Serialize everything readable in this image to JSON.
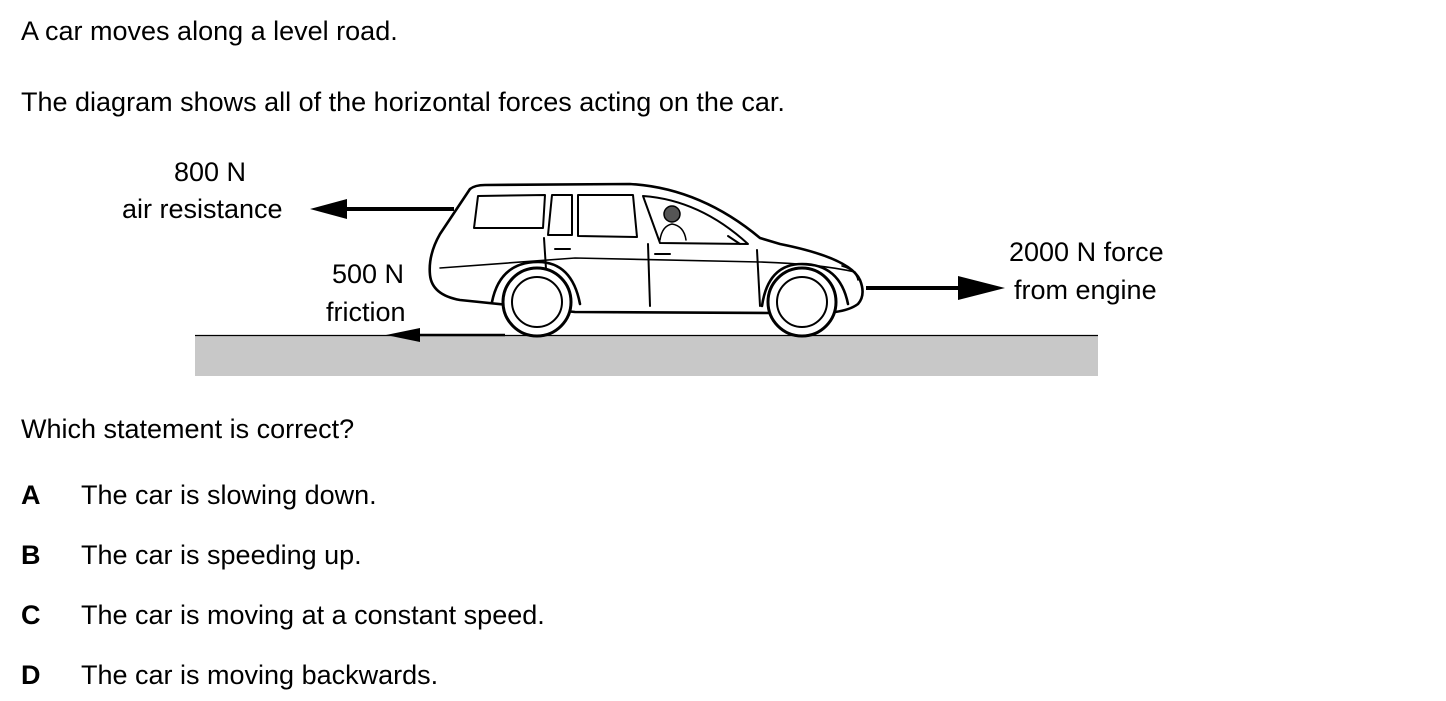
{
  "question": {
    "intro": "A car moves along a level road.",
    "description": "The diagram shows all of the horizontal forces acting on the car.",
    "prompt": "Which statement is correct?"
  },
  "diagram": {
    "air_resistance": {
      "value": "800 N",
      "label": "air resistance"
    },
    "friction": {
      "value": "500 N",
      "label": "friction"
    },
    "engine": {
      "value": "2000 N force",
      "label": "from engine"
    },
    "colors": {
      "road": "#c8c8c8",
      "ink": "#000000"
    }
  },
  "options": [
    {
      "letter": "A",
      "text": "The car is slowing down."
    },
    {
      "letter": "B",
      "text": "The car is speeding up."
    },
    {
      "letter": "C",
      "text": "The car is moving at a constant speed."
    },
    {
      "letter": "D",
      "text": "The car is moving backwards."
    }
  ]
}
